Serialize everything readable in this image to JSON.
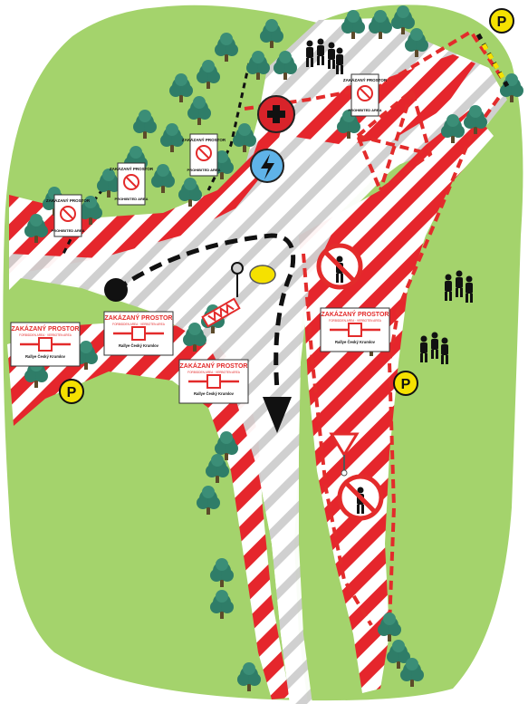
{
  "colors": {
    "grass": "#a4d36c",
    "tree": "#2f7d68",
    "tree_dark": "#1f5f4d",
    "hatch_red": "#e5262c",
    "hatch_grey": "#cfcfcf",
    "road_white": "#ffffff",
    "tape_red": "#e32b2b",
    "parking_yellow": "#f5e100",
    "medic_red": "#d8232a",
    "power_blue": "#5fb3e8",
    "route_black": "#111111"
  },
  "icons": [
    "parking-icon",
    "first-aid-icon",
    "electricity-icon",
    "no-entry-icon",
    "yield-sign-icon",
    "spectators-icon",
    "tree-icon",
    "chicane-barrier-icon",
    "timing-hut-icon"
  ],
  "signs": {
    "small": {
      "title": "ZAKÁZANÝ PROSTOR",
      "subtitle": "PROHIBITED AREA"
    },
    "large": {
      "title": "ZAKÁZANÝ PROSTOR",
      "subtitle": "FORBIDDEN AREA · VERBOTEN AREA",
      "event": "Rallye Český Krumlov"
    }
  },
  "parking_label": "P"
}
